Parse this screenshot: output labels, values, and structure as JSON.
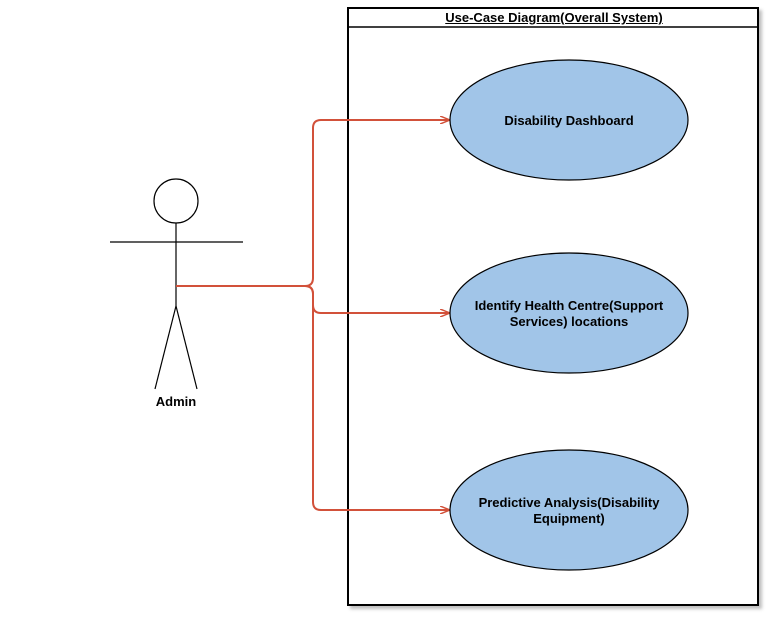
{
  "system": {
    "title": "Use-Case Diagram(Overall System)"
  },
  "actor": {
    "label": "Admin"
  },
  "use_cases": [
    {
      "label": "Disability Dashboard"
    },
    {
      "label": "Identify Health Centre(Support Services) locations"
    },
    {
      "label": "Predictive Analysis(Disability Equipment)"
    }
  ],
  "colors": {
    "use_case_fill": "#a1c5e8",
    "association_line": "#d2513a",
    "outline": "#000000"
  }
}
